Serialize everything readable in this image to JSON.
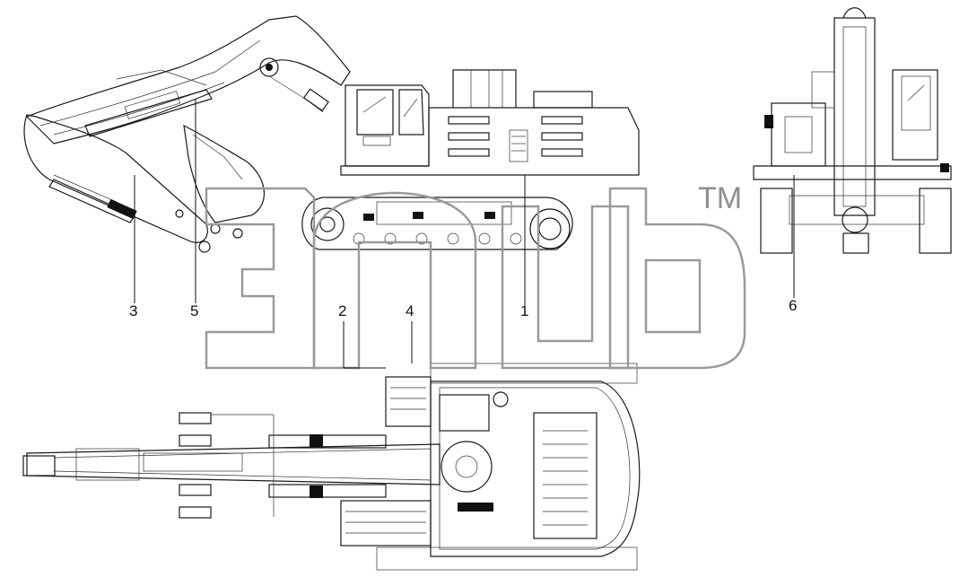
{
  "diagram": {
    "callouts": [
      {
        "id": "c1",
        "label": "1"
      },
      {
        "id": "c2",
        "label": "2"
      },
      {
        "id": "c3",
        "label": "3"
      },
      {
        "id": "c4",
        "label": "4"
      },
      {
        "id": "c5",
        "label": "5"
      },
      {
        "id": "c6",
        "label": "6"
      }
    ],
    "views": [
      "side-view",
      "front-view",
      "top-view"
    ]
  },
  "watermark": {
    "trademark": "TM"
  }
}
